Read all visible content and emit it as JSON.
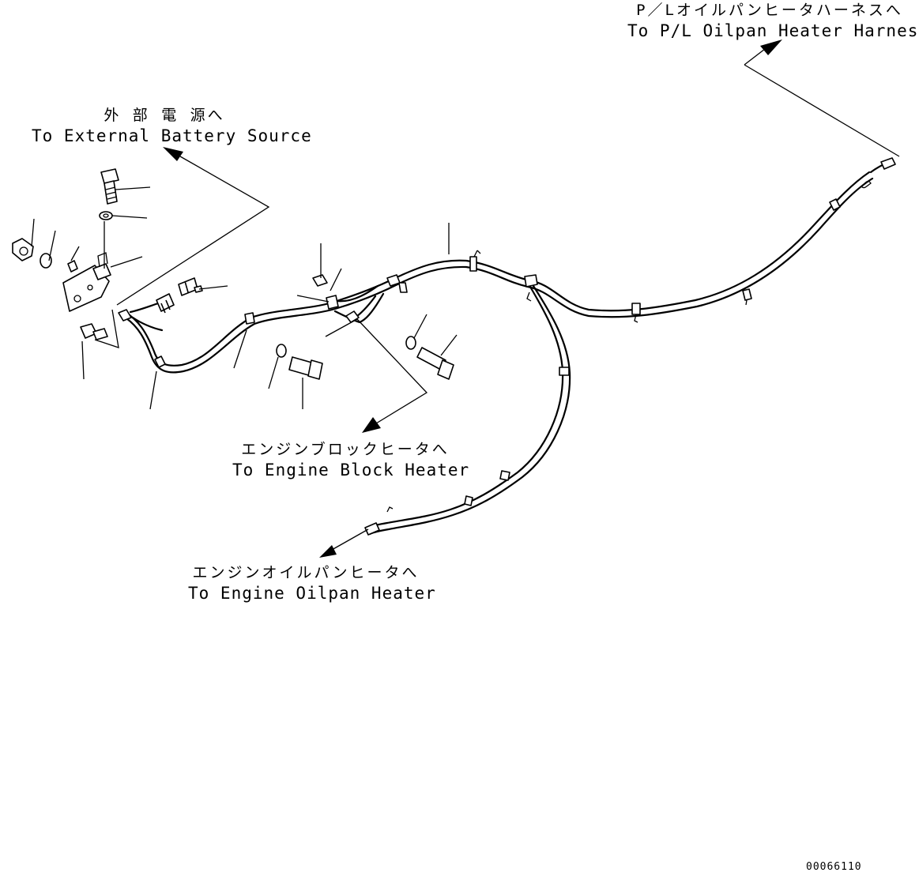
{
  "labels": {
    "pl_harness": {
      "jp": "P／Lオイルパンヒータハーネスへ",
      "en": "To P/L Oilpan Heater Harness"
    },
    "external_battery": {
      "jp": "外 部 電 源へ",
      "en": "To External Battery Source"
    },
    "block_heater": {
      "jp": "エンジンブロックヒータへ",
      "en": "To Engine Block Heater"
    },
    "oilpan_heater": {
      "jp": "エンジンオイルパンヒータへ",
      "en": "To Engine Oilpan Heater"
    }
  },
  "drawing_code": "00066110"
}
